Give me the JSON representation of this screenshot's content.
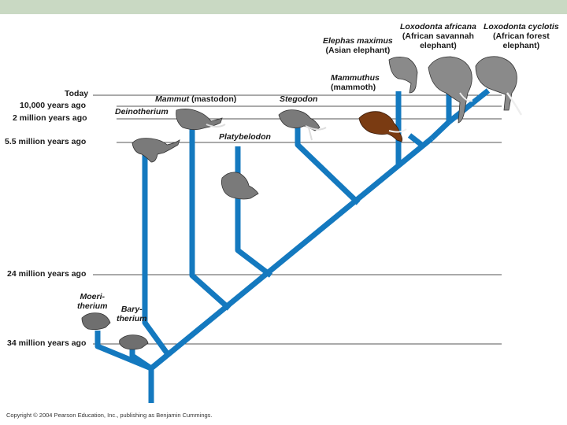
{
  "time_labels": {
    "today": "Today",
    "y10k": "10,000 years ago",
    "m2": "2 million years ago",
    "m5_5": "5.5 million years ago",
    "m24": "24 million years ago",
    "m34": "34 million years ago"
  },
  "taxa": {
    "loxodonta_africana": {
      "name": "Loxodonta africana",
      "common": "(African savannah",
      "common2": "elephant)"
    },
    "loxodonta_cyclotis": {
      "name": "Loxodonta cyclotis",
      "common": "(African forest",
      "common2": "elephant)"
    },
    "elephas_maximus": {
      "name": "Elephas maximus",
      "common": "(Asian elephant)"
    },
    "mammuthus": {
      "name": "Mammuthus",
      "common": "(mammoth)"
    },
    "mammut": {
      "name": "Mammut",
      "common": "(mastodon)"
    },
    "stegodon": {
      "name": "Stegodon"
    },
    "deinotherium": {
      "name": "Deinotherium"
    },
    "platybelodon": {
      "name": "Platybelodon"
    },
    "moeritherium": {
      "name1": "Moeri-",
      "name2": "therium"
    },
    "barytherium": {
      "name1": "Bary-",
      "name2": "therium"
    }
  },
  "colors": {
    "branch": "#1479bf",
    "header_bar": "#c9d9c3",
    "time_line": "#555555"
  },
  "copyright": "Copyright © 2004 Pearson Education, Inc., publishing as Benjamin Cummings."
}
